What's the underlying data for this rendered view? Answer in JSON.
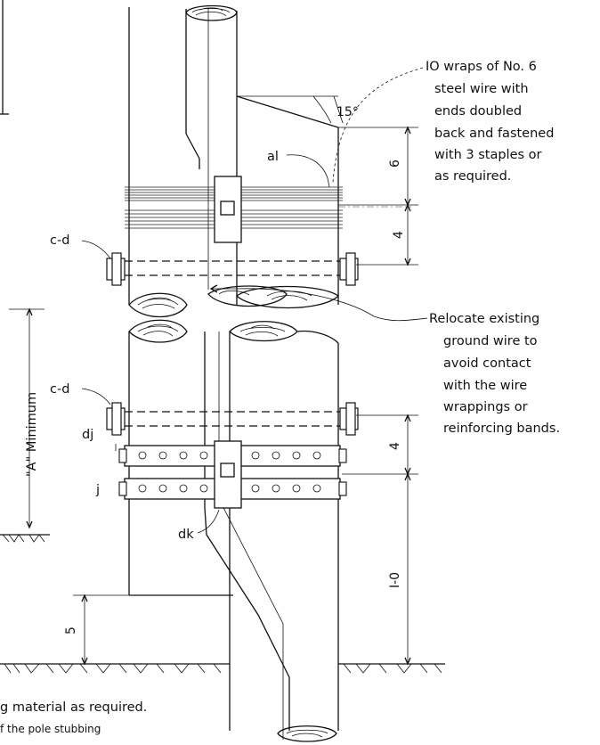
{
  "labels": {
    "top_note": [
      "IO wraps of No. 6",
      "steel wire with",
      "ends doubled",
      "back and fastened",
      "with 3 staples or",
      "as required."
    ],
    "relocate_note": [
      "Relocate existing",
      "ground wire to",
      "avoid contact",
      "with the wire",
      "wrappings or",
      "reinforcing bands."
    ],
    "angle": "15°",
    "al": "al",
    "cd_upper": "c-d",
    "cd_lower": "c-d",
    "dj": "dj",
    "j": "j",
    "dk": "dk",
    "a_minimum": "\"A\" Minimum",
    "bottom_note_1": "g  material  as required.",
    "bottom_note_2": "f the  pole  stubbing"
  },
  "dimensions": {
    "d6": "6",
    "d4_upper": "4",
    "d4_lower": "4",
    "d1_0": "I-0",
    "d5": "5"
  },
  "colors": {
    "ink": "#111111",
    "paper": "#ffffff"
  },
  "icons": [
    "wood-grain-end-icon",
    "bolt-icon",
    "staple-icon",
    "ground-hatch-icon"
  ]
}
